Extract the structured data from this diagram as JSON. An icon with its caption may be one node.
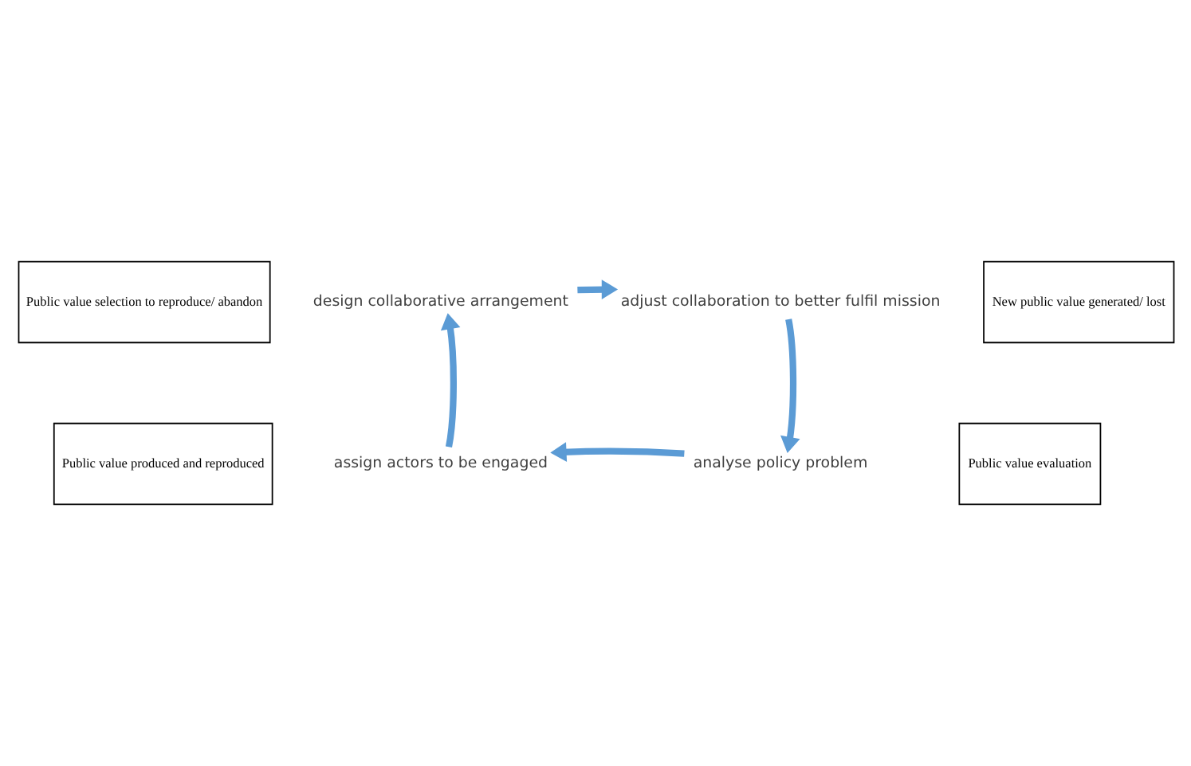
{
  "diagram": {
    "nodes": [
      {
        "text": [
          "Public value selection to reproduce/ abandon"
        ]
      },
      {
        "text": [
          "design collaborative arrangement"
        ]
      },
      {
        "text": [
          "adjust collaboration to better fulfil mission"
        ]
      },
      {
        "text": [
          "New public value generated/ lost"
        ]
      },
      {
        "text": [
          "assign actors to be engaged"
        ]
      },
      {
        "text": [
          "analyse policy problem"
        ]
      },
      {
        "text": [
          "Public value produced and reproduced"
        ]
      },
      {
        "text": [
          "Public value evaluation"
        ]
      }
    ],
    "edges": [
      {
        "from": 1,
        "to": 2,
        "arrow": "to"
      },
      {
        "from": 2,
        "to": 5,
        "arrow": "to"
      },
      {
        "from": 5,
        "to": 4,
        "arrow": "to"
      },
      {
        "from": 4,
        "to": 1,
        "arrow": "to"
      }
    ]
  }
}
